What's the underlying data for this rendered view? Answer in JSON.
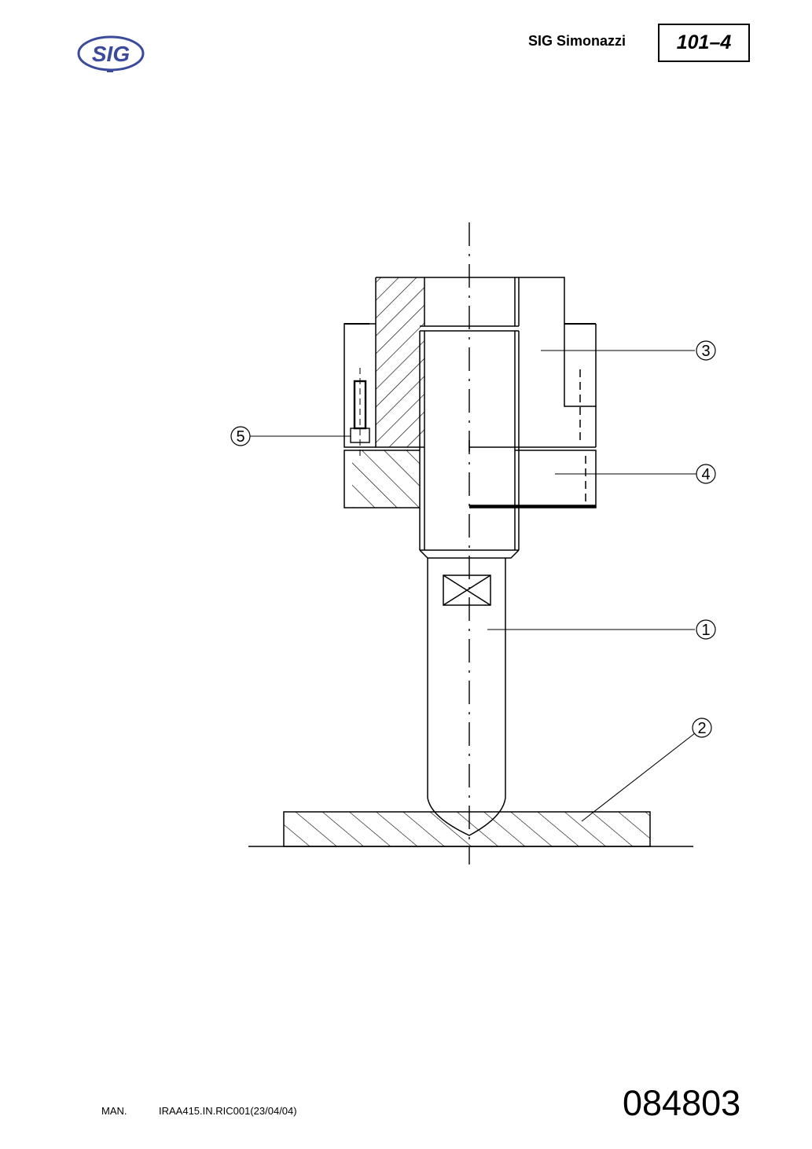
{
  "header": {
    "logo_text": "SIG",
    "company": "SIG Simonazzi",
    "page_code": "101–4"
  },
  "drawing": {
    "callouts": [
      "1",
      "2",
      "3",
      "4",
      "5"
    ]
  },
  "footer": {
    "manual_label": "MAN.",
    "manual_ref": "IRAA415.IN.RIC001(23/04/04)",
    "drawing_number": "084803"
  },
  "colors": {
    "logo_blue": "#3a4a9c",
    "line": "#000000"
  }
}
